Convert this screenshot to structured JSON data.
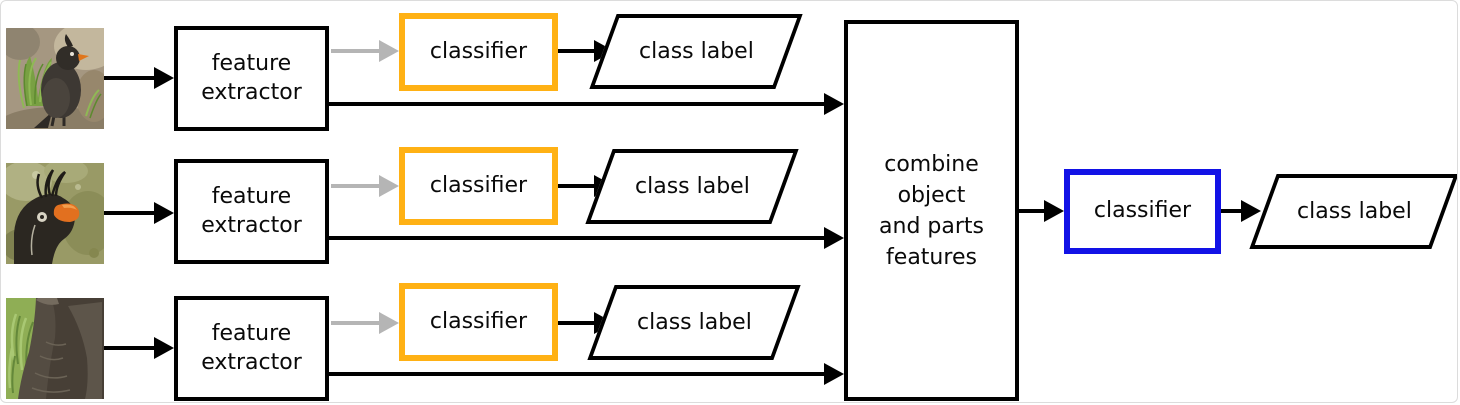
{
  "rows": [
    {
      "image_alt": "crested auklet full body standing on rocks with green grass",
      "feature_extractor": "feature extractor",
      "classifier": "classifier",
      "class_label": "class label"
    },
    {
      "image_alt": "crested auklet head close-up with orange beak and crest",
      "feature_extractor": "feature extractor",
      "classifier": "classifier",
      "class_label": "class label"
    },
    {
      "image_alt": "crested auklet body plumage close-up on grass",
      "feature_extractor": "feature extractor",
      "classifier": "classifier",
      "class_label": "class label"
    }
  ],
  "combine_box": {
    "lines": [
      "combine",
      "object",
      "and parts",
      "features"
    ]
  },
  "final": {
    "classifier": "classifier",
    "class_label": "class label"
  },
  "colors": {
    "part_classifier_border": "#FFB114",
    "final_classifier_border": "#1212E6",
    "black_arrow": "#000000",
    "gray_arrow": "#B5B5B5"
  }
}
